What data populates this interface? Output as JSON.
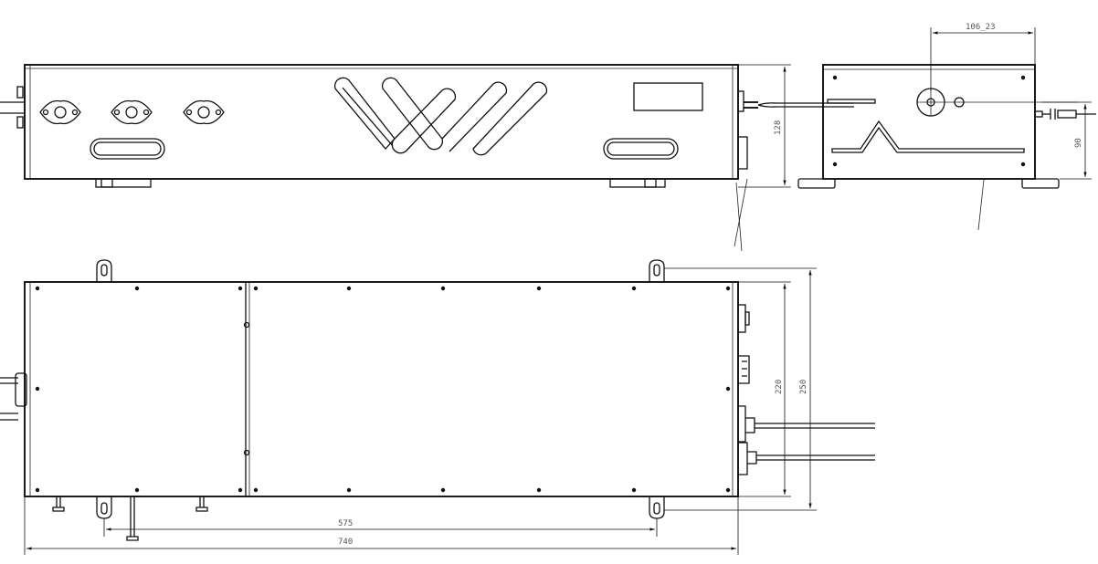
{
  "dimensions": {
    "cable_offset": "106_23",
    "height_side": "128",
    "height_end": "90",
    "inner_width": "220",
    "outer_width": "250",
    "mount_spacing": "575",
    "overall_length": "740"
  }
}
